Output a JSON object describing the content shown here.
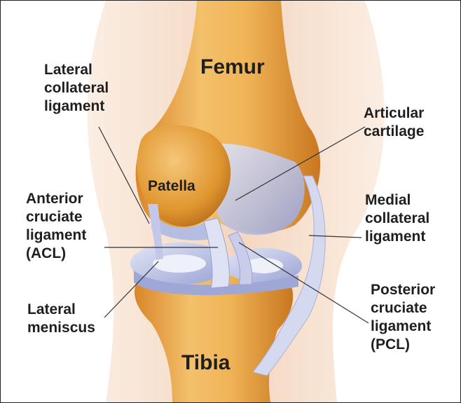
{
  "colors": {
    "bone": "#e59a3a",
    "bone_light": "#f6c774",
    "skin": "#f7e3d2",
    "ligament": "#aab2dd",
    "ligament_light": "#dde1f4",
    "label": "#1f1f1f"
  },
  "labels": {
    "femur": "Femur",
    "patella": "Patella",
    "tibia": "Tibia",
    "lateral_collateral_ligament": "Lateral\ncollateral\nligament",
    "articular_cartilage": "Articular\ncartilage",
    "anterior_cruciate_ligament": "Anterior\ncruciate\nligament\n(ACL)",
    "medial_collateral_ligament": "Medial\ncollateral\nligament",
    "lateral_meniscus": "Lateral\nmeniscus",
    "posterior_cruciate_ligament": "Posterior\ncruciate\nligament\n(PCL)"
  }
}
